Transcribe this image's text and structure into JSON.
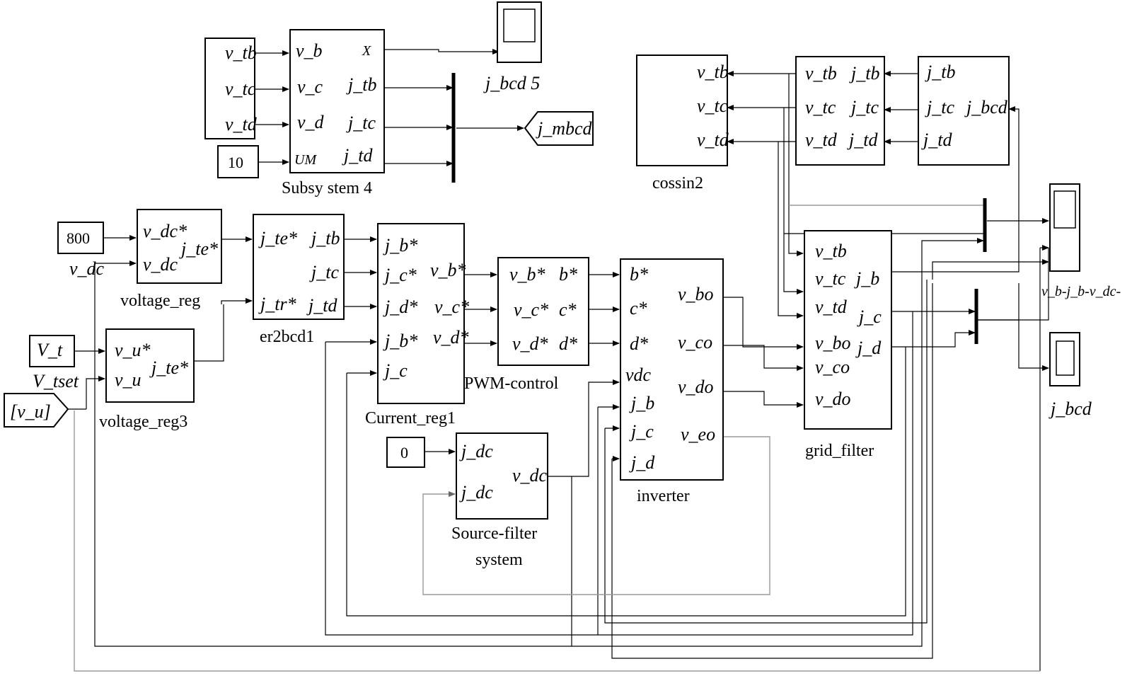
{
  "blocks": {
    "subsystem4": {
      "label": "Subsy stem 4",
      "in": [
        "v_b",
        "v_c",
        "v_d",
        "UM"
      ],
      "out": [
        "X",
        "j_tb",
        "j_tc",
        "j_td"
      ]
    },
    "source_vt": {
      "ports": [
        "v_tb",
        "v_tc",
        "v_td"
      ]
    },
    "const_10": {
      "value": "10"
    },
    "scope_jbcd5": {
      "label": "j_bcd 5"
    },
    "goto_jmbcd": {
      "label": "j_mbcd"
    },
    "cossin2": {
      "label": "cossin2",
      "ports": [
        "v_tb",
        "v_tc",
        "v_td"
      ]
    },
    "cos_mid": {
      "left": [
        "v_tb",
        "v_tc",
        "v_td"
      ],
      "right": [
        "j_tb",
        "j_tc",
        "j_td"
      ]
    },
    "cos_right": {
      "left": [
        "j_tb",
        "j_tc",
        "j_td"
      ],
      "right": [
        "j_bcd"
      ]
    },
    "const_800": {
      "value": "800"
    },
    "vdc_label": {
      "text": "v_dc"
    },
    "voltage_reg": {
      "label": "voltage_reg",
      "in": [
        "v_dc*",
        "v_dc"
      ],
      "out": [
        "j_te*"
      ]
    },
    "er2bcd1": {
      "label": "er2bcd1",
      "in": [
        "j_te*",
        "j_tr*"
      ],
      "out": [
        "j_tb",
        "j_tc",
        "j_td"
      ]
    },
    "current_reg1": {
      "label": "Current_reg1",
      "in": [
        "j_b*",
        "j_c*",
        "j_d*",
        "j_b*",
        "j_c"
      ],
      "out": [
        "v_b*",
        "v_c*",
        "v_d*"
      ]
    },
    "pwm_control": {
      "label": "PWM-control",
      "in": [
        "v_b*",
        "v_c*",
        "v_d*"
      ],
      "out": [
        "b*",
        "c*",
        "d*"
      ]
    },
    "inverter": {
      "label": "inverter",
      "in": [
        "b*",
        "c*",
        "d*",
        "vdc",
        "j_b",
        "j_c",
        "j_d"
      ],
      "out": [
        "v_bo",
        "v_co",
        "v_do",
        "v_eo"
      ]
    },
    "grid_filter": {
      "label": "grid_filter",
      "in": [
        "v_tb",
        "v_tc",
        "v_td",
        "v_bo",
        "v_co",
        "v_do"
      ],
      "out": [
        "j_b",
        "j_c",
        "j_d"
      ]
    },
    "vt_block": {
      "text": "V_t",
      "label": "V_tset"
    },
    "voltage_reg3": {
      "label": "voltage_reg3",
      "in": [
        "v_u*",
        "v_u"
      ],
      "out": [
        "j_te*"
      ]
    },
    "from_vu": {
      "text": "[v_u]"
    },
    "const_0": {
      "value": "0"
    },
    "source_filter": {
      "label": [
        "Source-filter",
        "system"
      ],
      "in": [
        "j_dc",
        "j_dc"
      ],
      "out": [
        "v_dc"
      ]
    },
    "scope_vbjb": {
      "label": "v_b-j_b-v_dc-"
    },
    "scope_jbcd": {
      "label": "j_bcd"
    }
  }
}
